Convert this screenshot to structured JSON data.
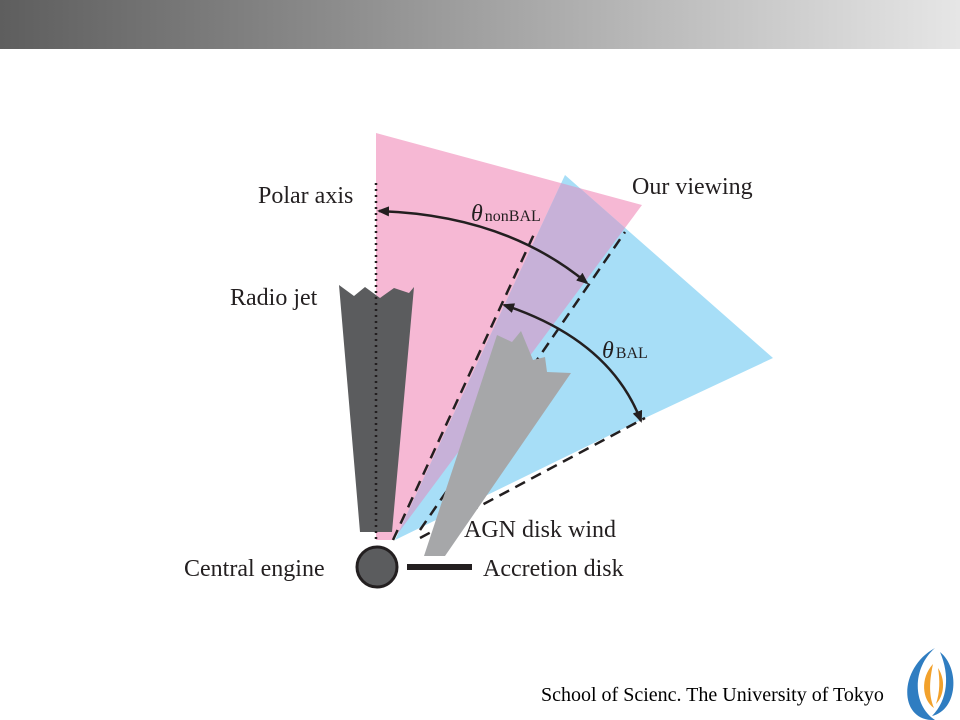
{
  "labels": {
    "polar_axis": "Polar axis",
    "our_viewing": "Our viewing",
    "radio_jet": "Radio jet",
    "agn_disk_wind": "AGN disk wind",
    "central_engine": "Central engine",
    "accretion_disk": "Accretion disk",
    "theta_symbol": "θ",
    "theta_nonbal_sub": "nonBAL",
    "theta_bal_sub": "BAL"
  },
  "footer": {
    "text": "School of Scienc. The University of Tokyo"
  },
  "colors": {
    "pink_cone": "#f6b8d4",
    "blue_cone": "#a7def7",
    "overlap": "#c7b1d8",
    "jet": "#5b5c5e",
    "wind": "#a6a7a9",
    "engine": "#5b5c5e",
    "top_bar_dark": "#5e5e5e",
    "top_bar_light": "#e6e6e6",
    "logo_blue": "#2f7dc1",
    "logo_orange": "#f2a12b"
  }
}
